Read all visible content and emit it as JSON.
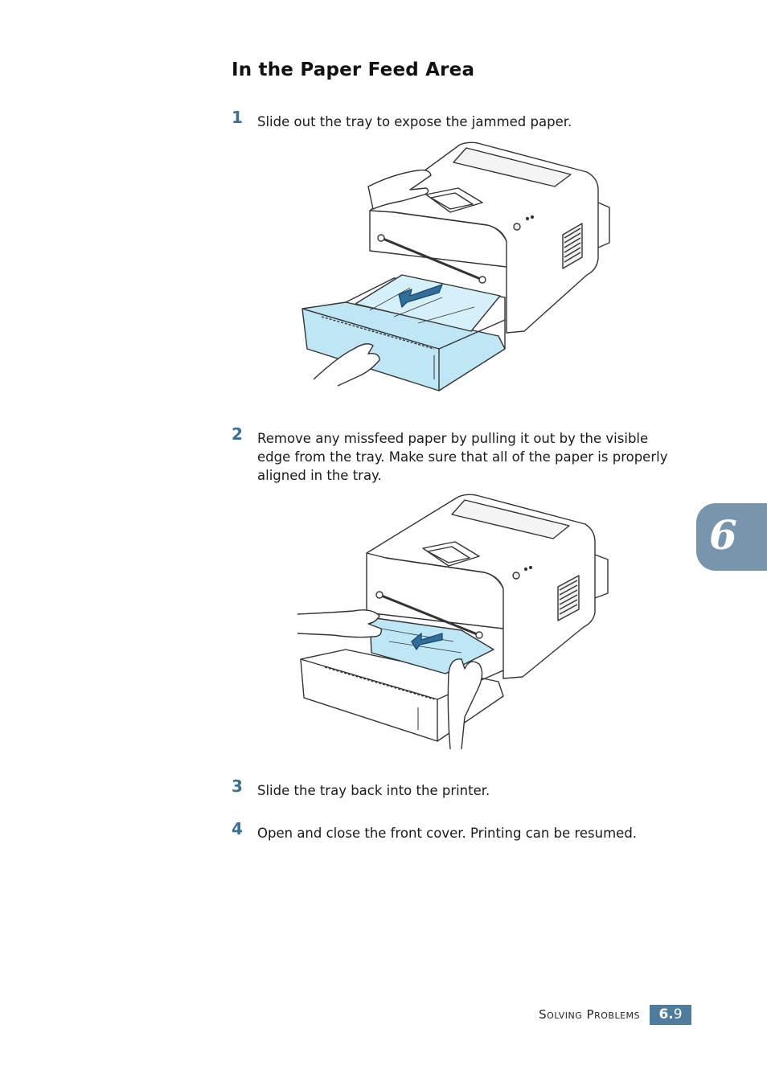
{
  "heading": "In the Paper Feed Area",
  "steps": [
    {
      "num": "1",
      "text": "Slide out the tray to expose the jammed paper."
    },
    {
      "num": "2",
      "text": "Remove any missfeed paper by pulling it out by the visible edge from the tray. Make sure that all of the paper is properly aligned in the tray."
    },
    {
      "num": "3",
      "text": "Slide the tray back into the printer."
    },
    {
      "num": "4",
      "text": "Open and close the front cover. Printing can be resumed."
    }
  ],
  "chapter_tab": "6",
  "footer": {
    "section": "Solving Problems",
    "page_chapter": "6.",
    "page_number": "9"
  },
  "colors": {
    "accent": "#3d6e93",
    "tab": "#7796ad",
    "paper_highlight": "#bfe6f5"
  }
}
